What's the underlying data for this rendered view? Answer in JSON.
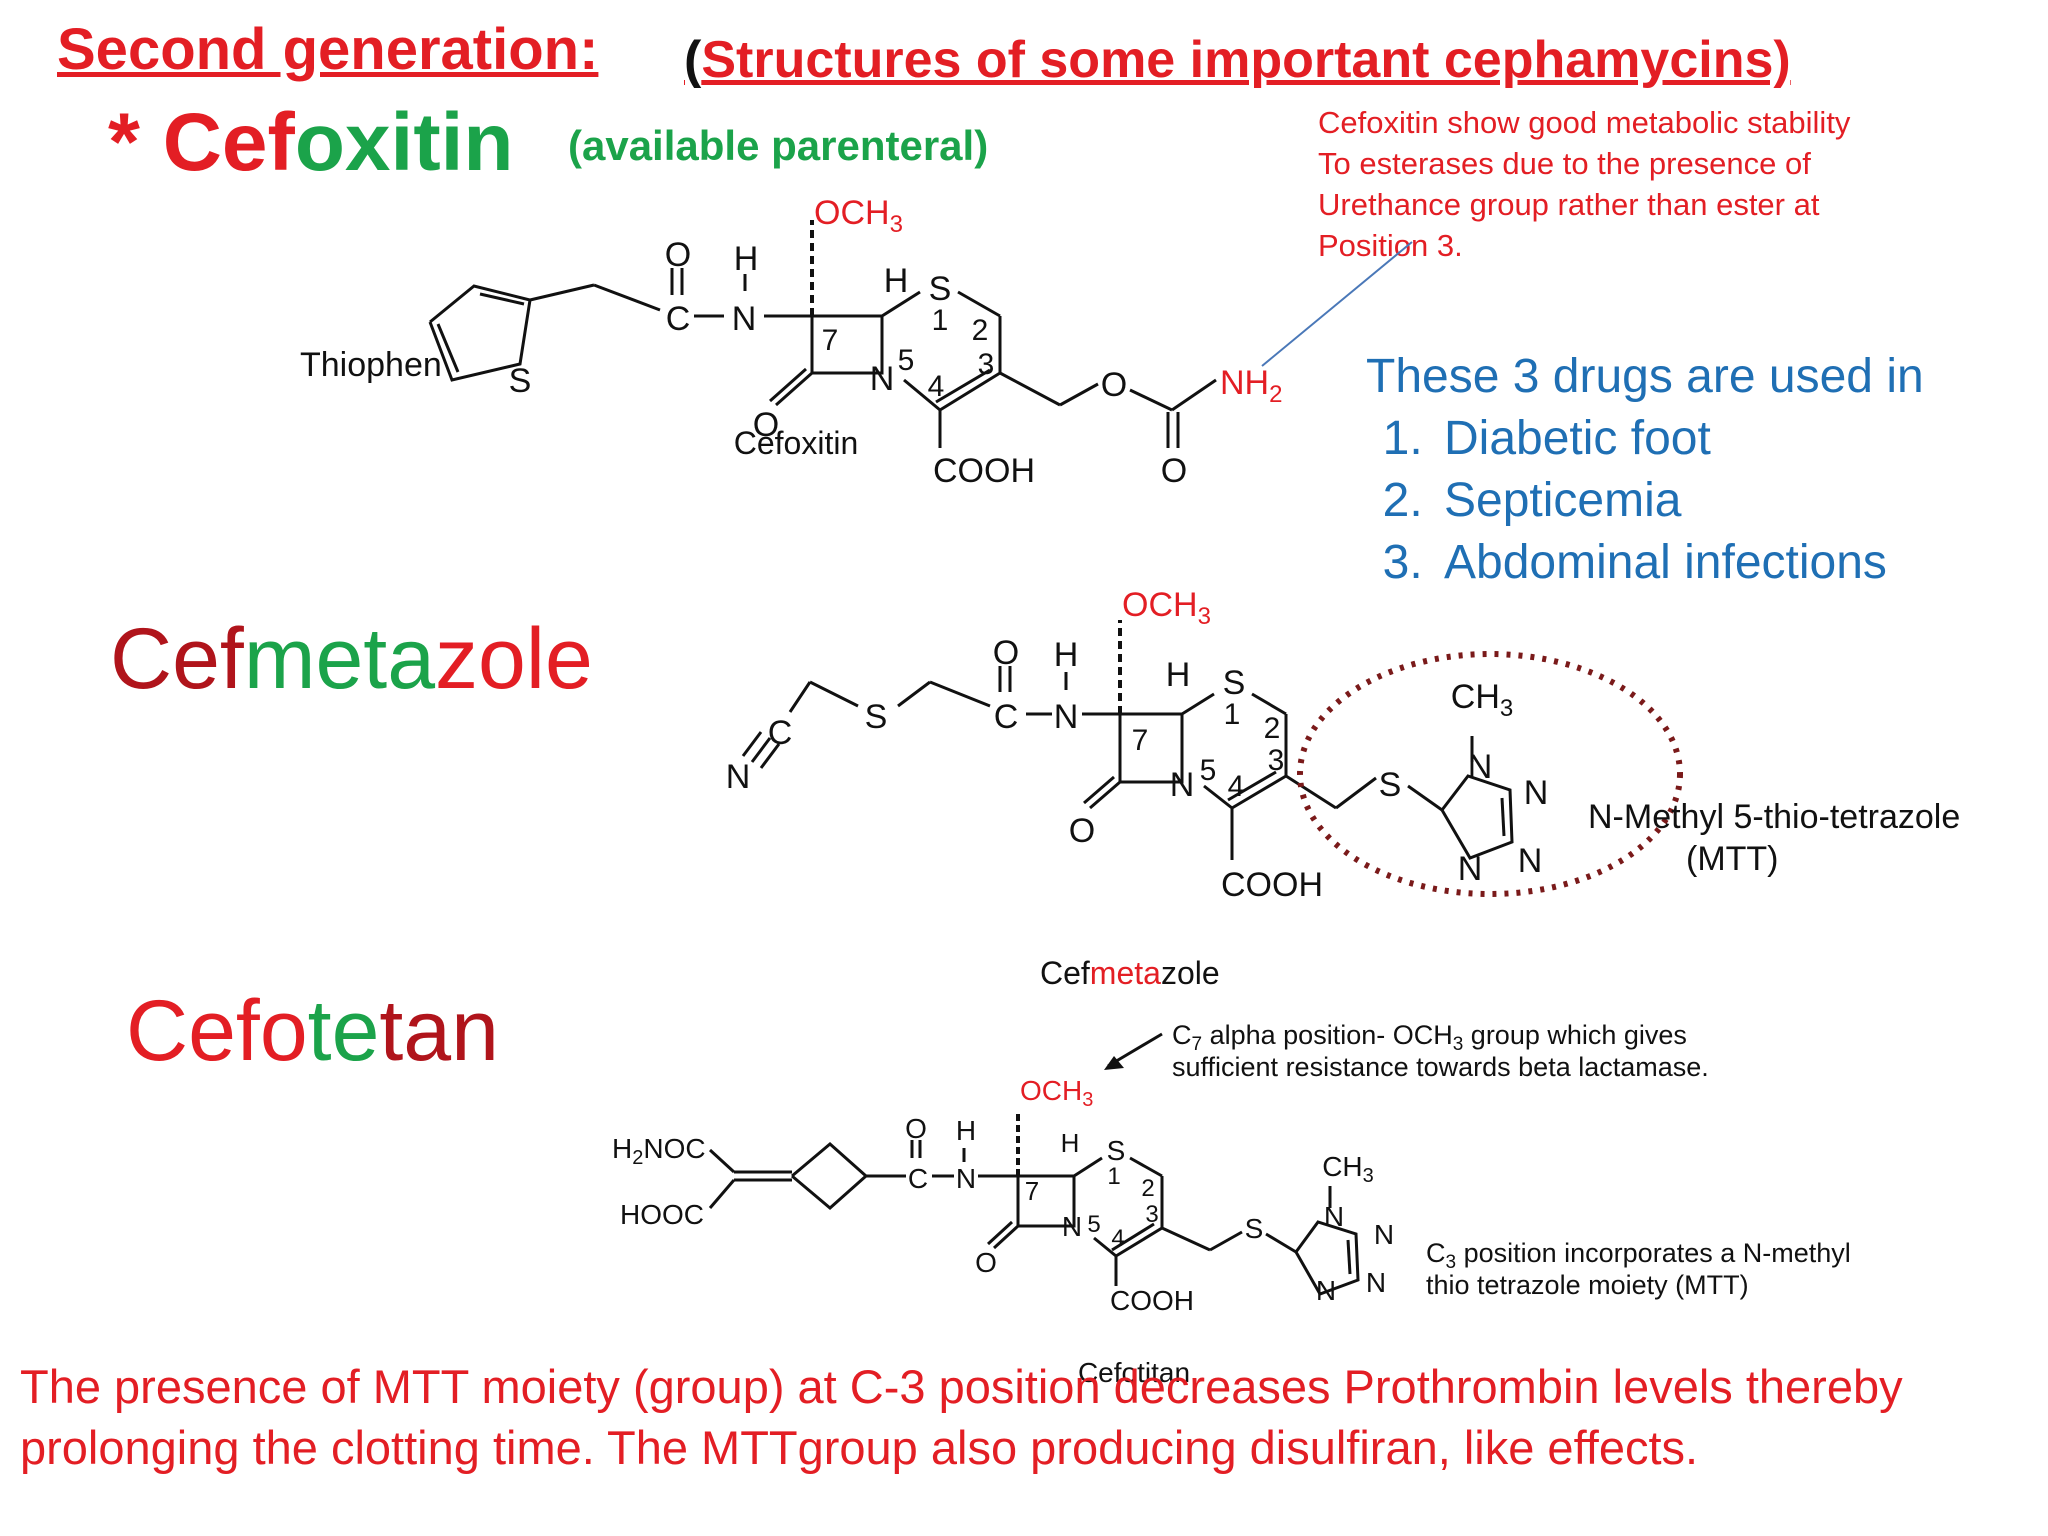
{
  "heading": {
    "title": "Second generation:",
    "subtitle_open": "(",
    "subtitle": "Structures of some important  cephamycins)"
  },
  "cefoxitin": {
    "star": "* ",
    "name_a": "Cef",
    "name_b": "ox",
    "name_c": "itin",
    "availability": "(available parenteral)",
    "note": [
      "Cefoxitin show good metabolic stability",
      "To esterases due to the presence of",
      "Urethance group rather than ester at",
      "Position 3."
    ],
    "struct_label": "Cefoxitin",
    "thiophen_label": "Thiophen"
  },
  "uses": {
    "intro": "These 3 drugs are used  in",
    "items": [
      "Diabetic foot",
      "Septicemia",
      "Abdominal infections"
    ]
  },
  "cefmetazole": {
    "name_a": "Cef",
    "name_b": "meta",
    "name_c": "zole",
    "struct_a": "Cef",
    "struct_b": "meta",
    "struct_c": "zole",
    "mtt_label_1": "N-Methyl 5-thio-tetrazole",
    "mtt_label_2": "(MTT)"
  },
  "cefotetan": {
    "name_a": "Cefo",
    "name_b": "te",
    "name_c": "tan",
    "struct_label": "Cefotitan",
    "note_c7_1": "alpha position- OCH",
    "note_c7_2": " group which gives",
    "note_c7_3": "sufficient resistance towards beta lactamase.",
    "note_c3_1": " position incorporates a N-methyl",
    "note_c3_2": "thio tetrazole moiety (MTT)"
  },
  "bottom_note": "The presence of MTT moiety (group) at C-3 position  decreases Prothrombin  levels thereby  prolonging the clotting time. The MTTgroup also producing disulfiran,  like effects.",
  "colors": {
    "red": "#e31e24",
    "green": "#1ba34a",
    "dark_red": "#b0141b",
    "blue": "#1f6fb4",
    "circle": "#7a1a1a"
  }
}
